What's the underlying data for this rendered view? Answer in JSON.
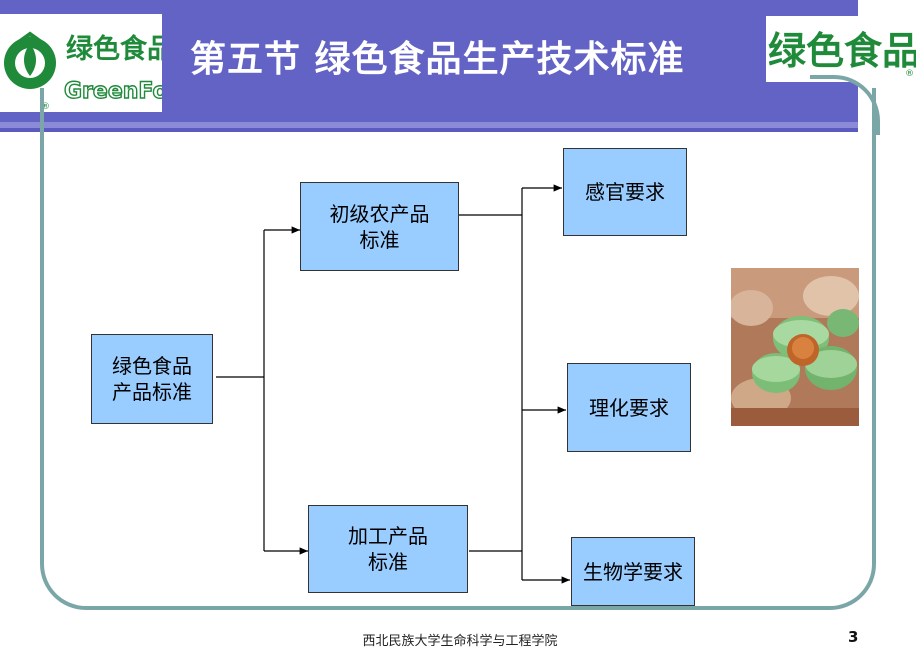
{
  "slide": {
    "title": "第五节 绿色食品生产技术标准",
    "footer": "西北民族大学生命科学与工程学院",
    "page_number": "3"
  },
  "logos": {
    "left_cn": "绿色食品",
    "left_en": "GreenFood",
    "right_cn": "绿色食品"
  },
  "diagram": {
    "root": "绿色食品\n产品标准",
    "branch_primary": "初级农产品\n标准",
    "branch_processed": "加工产品\n标准",
    "req_sensory": "感官要求",
    "req_physchem": "理化要求",
    "req_biological": "生物学要求"
  },
  "colors": {
    "header": "#6363c6",
    "box_fill": "#99ccff",
    "frame": "#7aa6a8",
    "logo_green": "#1f8a3a"
  }
}
